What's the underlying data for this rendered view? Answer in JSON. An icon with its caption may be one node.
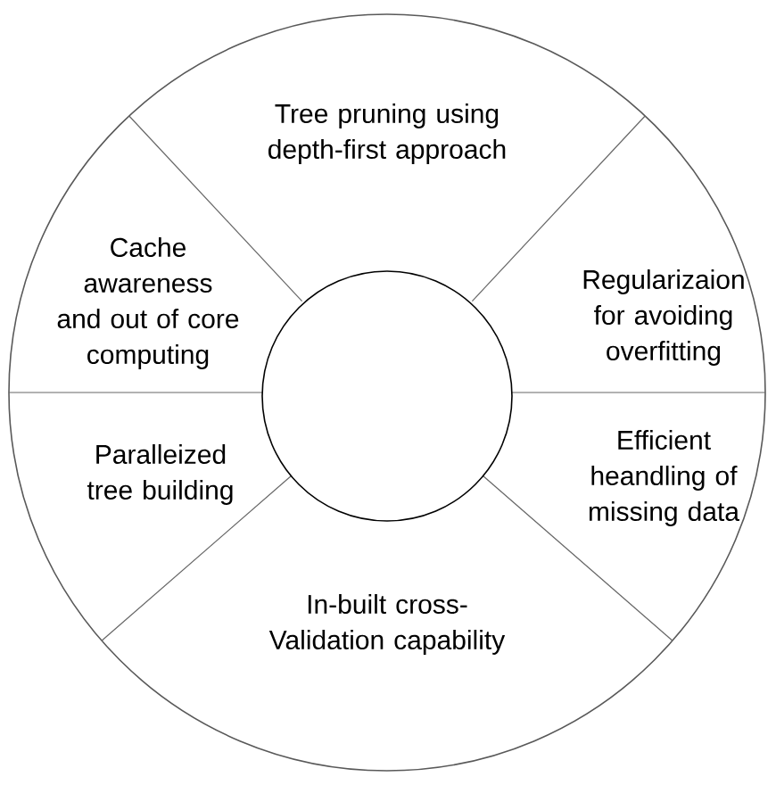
{
  "diagram": {
    "nodes": [
      {
        "text": [
          "Tree pruning using depth-first approach"
        ]
      },
      {
        "text": [
          "Cache awareness and out of core computing"
        ]
      },
      {
        "text": [
          "Regularizaion for avoiding overfitting"
        ]
      },
      {
        "text": [],
        "shape": "circle"
      },
      {
        "text": [
          "Efficient heandling of missing data"
        ]
      },
      {
        "text": [
          "Paralleized tree building"
        ]
      },
      {
        "text": [
          "In-built cross-Validation capability"
        ]
      }
    ]
  }
}
